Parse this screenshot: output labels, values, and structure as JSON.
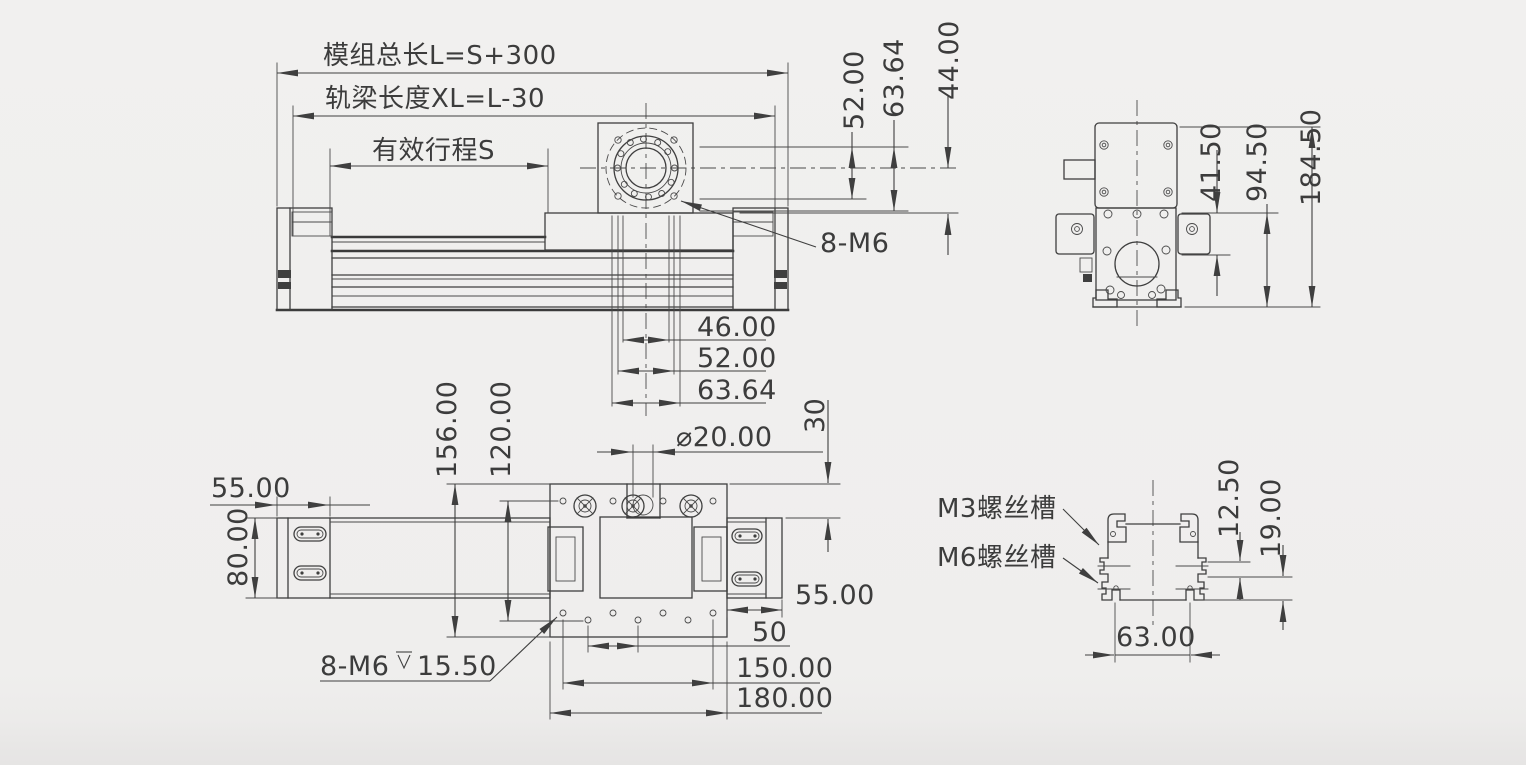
{
  "colors": {
    "background": "#f0efee",
    "line": "#3f3f3f",
    "text": "#3c3c3c",
    "bottom_band": "#e5e4e3"
  },
  "side_view": {
    "dim_total_length": "模组总长L=S+300",
    "dim_rail_length": "轨梁长度XL=L-30",
    "dim_stroke": "有效行程S",
    "dim_52_vertical": "52.00",
    "dim_6364_vertical": "63.64",
    "dim_44": "44.00",
    "label_screws": "8-M6",
    "dim_46": "46.00",
    "dim_52_horizontal": "52.00",
    "dim_6364_horizontal": "63.64"
  },
  "end_view": {
    "dim_4150": "41.50",
    "dim_9450": "94.50",
    "dim_18450": "184.50"
  },
  "plan_view": {
    "dim_left_cap": "55.00",
    "dim_rail_width": "80.00",
    "dim_156": "156.00",
    "dim_120": "120.00",
    "dim_shaft_diameter": "⌀20.00",
    "dim_30": "30",
    "dim_right_cap": "55.00",
    "dim_50": "50",
    "dim_150": "150.00",
    "dim_180": "180.00",
    "label_screws_prefix": "8-M6",
    "label_screws_depth": "15.50"
  },
  "section_view": {
    "label_m3_slot": "M3螺丝槽",
    "label_m6_slot": "M6螺丝槽",
    "dim_1250": "12.50",
    "dim_19": "19.00",
    "dim_63": "63.00"
  }
}
